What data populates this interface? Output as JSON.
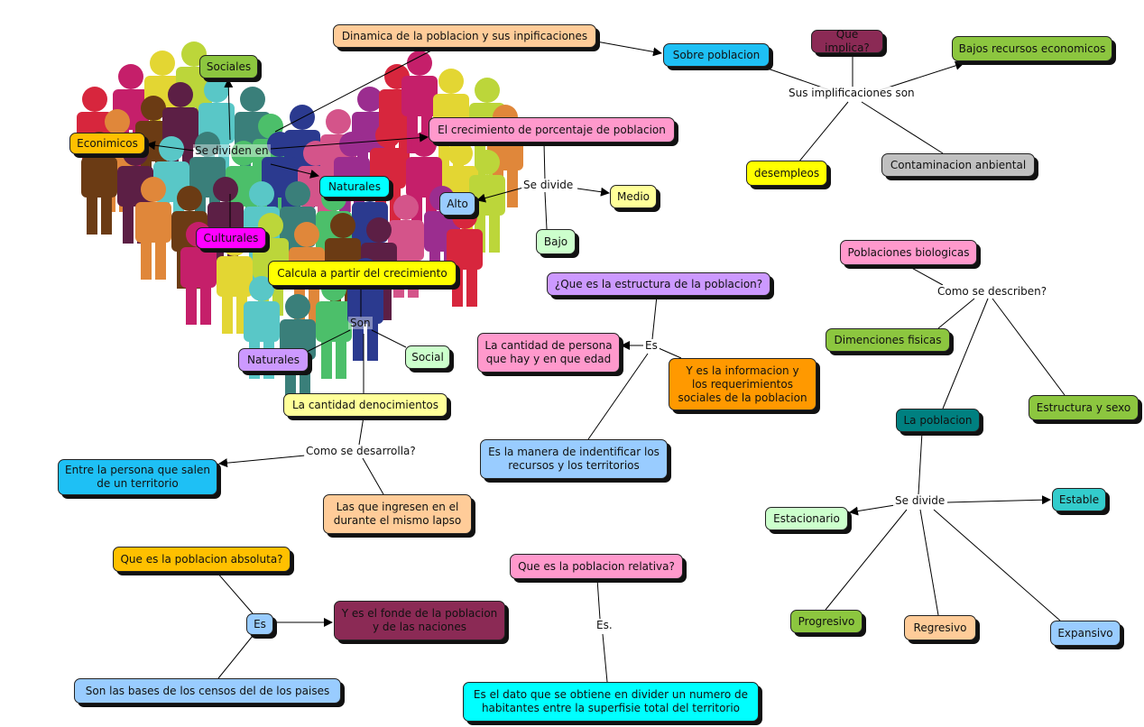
{
  "colors": {
    "peach": "#ffcc99",
    "cyan": "#00ffff",
    "sky": "#1ec0f5",
    "green": "#8cc63f",
    "yellow": "#ffff00",
    "paleyellow": "#ffff99",
    "pink": "#ff99cc",
    "lavender": "#cc99ff",
    "mint": "#ccffcc",
    "lightblue": "#99ccff",
    "orange": "#ff9900",
    "gold": "#ffc000",
    "maroon": "#8b2a55",
    "teal": "#008080",
    "silver": "#c0c0c0",
    "magenta": "#ff00ff",
    "turq": "#33cccc"
  },
  "nodes": {
    "dinamica": "Dinamica de la poblacion y sus inpificaciones",
    "sobre": "Sobre poblacion",
    "que_implica": "Que implica?",
    "bajos": "Bajos recursos economicos",
    "desempleos": "desempleos",
    "contaminacion": "Contaminacion anbiental",
    "sociales": "Sociales",
    "econimicos": "Econimicos",
    "crecimiento": "El crecimiento de porcentaje de poblacion",
    "naturales1": "Naturales",
    "alto": "Alto",
    "medio": "Medio",
    "bajo": "Bajo",
    "culturales": "Culturales",
    "calcula": "Calcula a partir del crecimiento",
    "naturales2": "Naturales",
    "social": "Social",
    "denocimientos": "La cantidad denocimientos",
    "entre": "Entre la persona que salen\nde un territorio",
    "ingresen": "Las que ingresen en el\ndurante el mismo lapso",
    "estructura": "¿Que es la estructura de la poblacion?",
    "cantidad_persona": "La cantidad de persona\nque hay y en que edad",
    "informacion": "Y es la informacion y\nlos requerimientos\nsociales de la poblacion",
    "manera": "Es la manera de indentificar los\nrecursos y los territorios",
    "biologicas": "Poblaciones biologicas",
    "dimenciones": "Dimenciones fisicas",
    "estructura_sexo": "Estructura y sexo",
    "la_poblacion": "La poblacion",
    "estable": "Estable",
    "estacionario": "Estacionario",
    "progresivo": "Progresivo",
    "regresivo": "Regresivo",
    "expansivo": "Expansivo",
    "absoluta": "Que es la poblacion absoluta?",
    "es_box": "Es",
    "fonde": "Y es el fonde de la poblacion\ny de las naciones",
    "bases": "Son las bases de los censos del  de los paises",
    "relativa": "Que es la poblacion relativa?",
    "dato": "Es el dato que se obtiene en divider un numero de\nhabitantes entre la superfisie total del territorio"
  },
  "links": {
    "sus_impl": "Sus implificaciones son",
    "se_dividen": "Se dividen en",
    "se_divide1": "Se divide",
    "son": "Son",
    "como_desarrolla": "Como se desarrolla?",
    "es1": "Es",
    "como_describen": "Como se describen?",
    "se_divide2": "Se divide",
    "es2": "Es."
  }
}
